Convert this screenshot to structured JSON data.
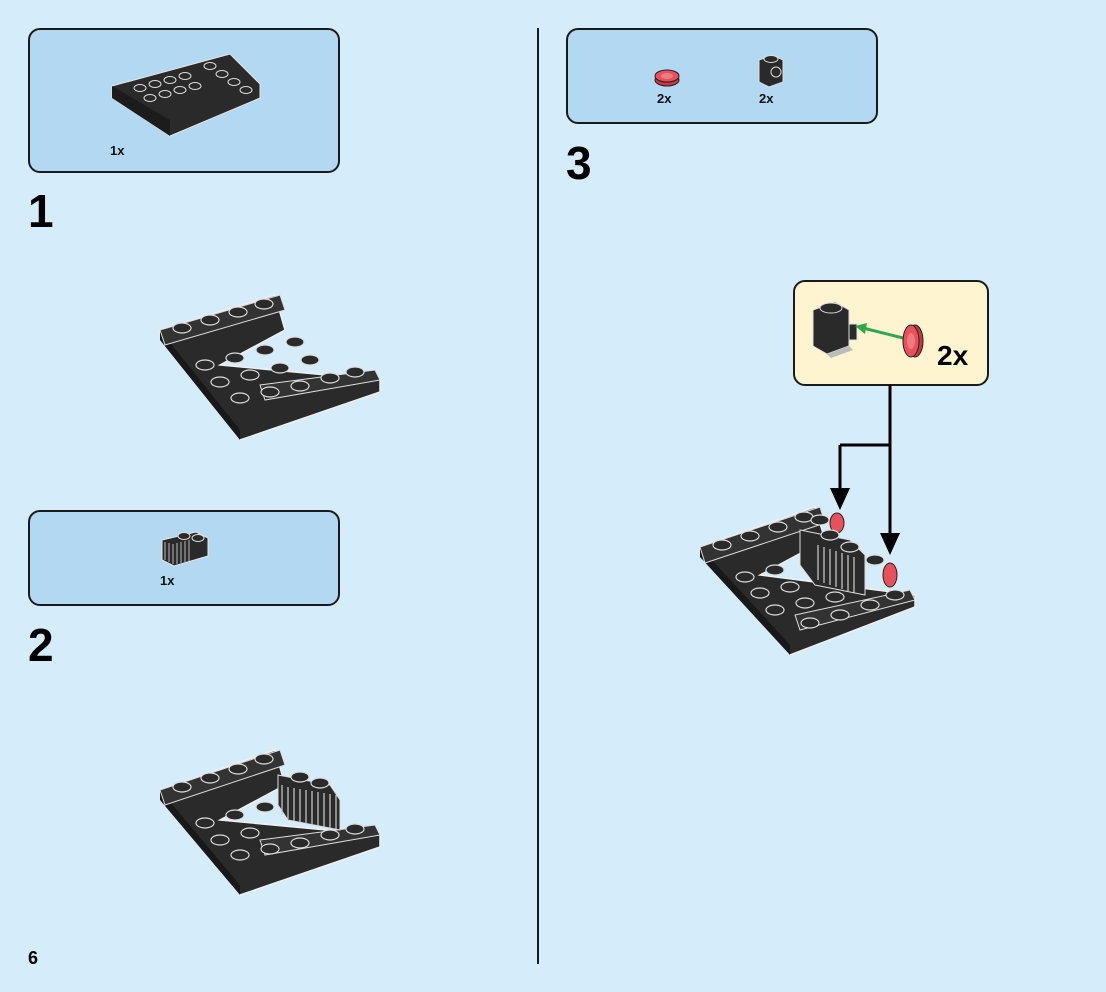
{
  "page": {
    "number": "6"
  },
  "steps": [
    {
      "number": "1",
      "parts": [
        {
          "icon": "inverted-slope-plate-icon",
          "qty": "1x"
        }
      ]
    },
    {
      "number": "2",
      "parts": [
        {
          "icon": "grille-brick-icon",
          "qty": "1x"
        }
      ]
    },
    {
      "number": "3",
      "parts": [
        {
          "icon": "red-round-tile-icon",
          "qty": "2x",
          "color": "#e8505b"
        },
        {
          "icon": "side-stud-brick-icon",
          "qty": "2x"
        }
      ],
      "callout": {
        "qty": "2x"
      }
    }
  ],
  "colors": {
    "background": "#d5ecfb",
    "parts_box": "#b3d9f2",
    "callout_box": "#fef5d0",
    "brick_black": "#2a2a2a",
    "arrow_green": "#2fa84f",
    "tile_red": "#e8505b"
  }
}
